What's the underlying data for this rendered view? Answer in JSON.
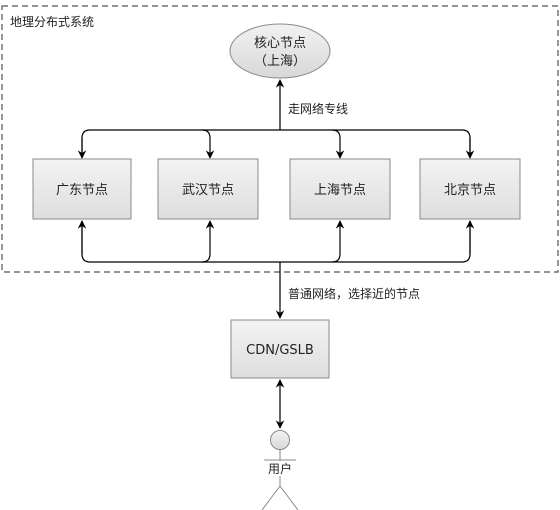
{
  "region": {
    "title": "地理分布式系统"
  },
  "core_node": {
    "line1": "核心节点",
    "line2": "（上海）"
  },
  "links": {
    "dedicated": "走网络专线",
    "public": "普通网络，选择近的节点"
  },
  "nodes": [
    {
      "label": "广东节点"
    },
    {
      "label": "武汉节点"
    },
    {
      "label": "上海节点"
    },
    {
      "label": "北京节点"
    }
  ],
  "gslb": {
    "label": "CDN/GSLB"
  },
  "user": {
    "label": "用户"
  },
  "colors": {
    "box_fill": "#e9e9e9",
    "box_stroke": "#8a8a8a",
    "line": "#000000",
    "dashed": "#555555"
  }
}
